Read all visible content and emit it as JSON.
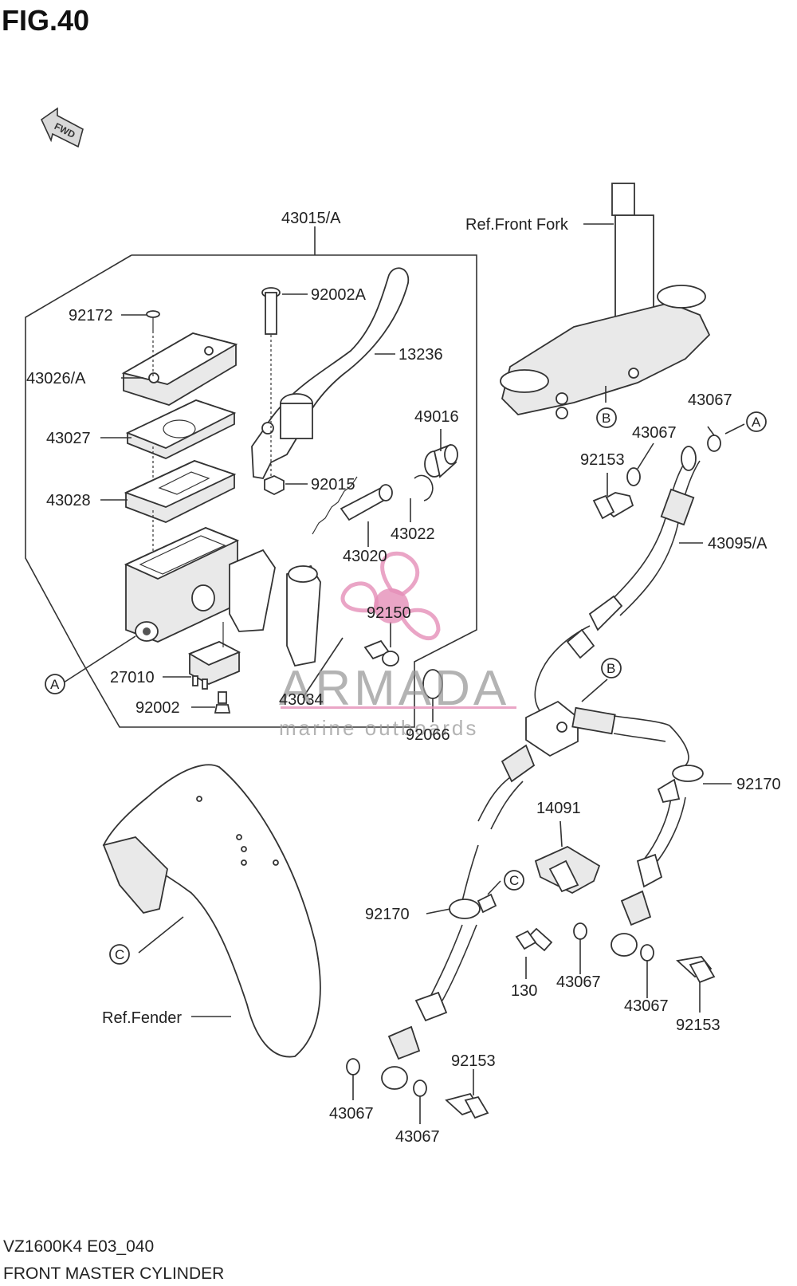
{
  "figure": {
    "title": "FIG.40",
    "fwd_label": "FWD",
    "model_code": "VZ1600K4 E03_040",
    "section_name": "FRONT MASTER CYLINDER"
  },
  "callouts": {
    "c43015A": "43015/A",
    "c92002A": "92002A",
    "c92172": "92172",
    "c13236": "13236",
    "c43026A": "43026/A",
    "c43027": "43027",
    "c49016": "49016",
    "c92015": "92015",
    "c43028": "43028",
    "c43022": "43022",
    "c43020": "43020",
    "c92150": "92150",
    "c27010": "27010",
    "c43034": "43034",
    "c92002": "92002",
    "c92066": "92066",
    "c_ref_front_fork": "Ref.Front Fork",
    "c43067_top_right": "43067",
    "c43067_top_mid": "43067",
    "c92153_top": "92153",
    "c43095A": "43095/A",
    "c92170_right": "92170",
    "c14091": "14091",
    "c92170_left": "92170",
    "c130": "130",
    "c43067_mid_a": "43067",
    "c43067_mid_b": "43067",
    "c92153_mid": "92153",
    "c_ref_fender": "Ref.Fender",
    "c92153_bottom": "92153",
    "c43067_bot_a": "43067",
    "c43067_bot_b": "43067"
  },
  "connectors": {
    "A": "A",
    "B": "B",
    "C": "C"
  },
  "watermark": {
    "brand": "ARMADA",
    "tagline": "marine outboards",
    "logo": "propeller-logo",
    "color": "#e58fb8"
  },
  "icons": {
    "fwd_arrow": "fwd-arrow-icon"
  }
}
